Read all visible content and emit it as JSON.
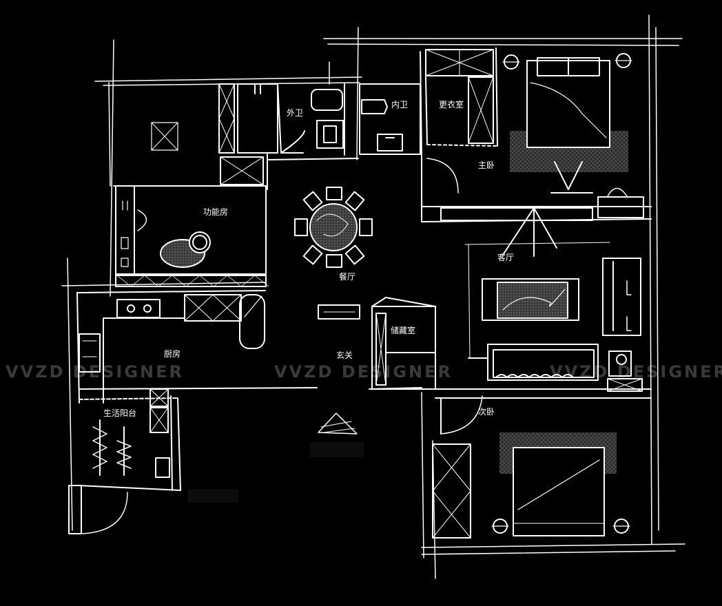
{
  "rooms": {
    "wai_wei": "外卫",
    "nei_wei": "内卫",
    "geng_yi_shi": "更衣室",
    "zhu_wo": "主卧",
    "gong_neng_fang": "功能房",
    "can_ting": "餐厅",
    "ke_ting": "客厅",
    "chu_cang_shi": "储藏室",
    "chu_fang": "厨房",
    "xuan_guan": "玄关",
    "ci_wo": "次卧",
    "sheng_huo_yang_tai": "生活阳台"
  },
  "watermark": {
    "left": "VVZD DESIGNER",
    "center": "VVZD DESIGNER",
    "right": "VVZD DESIGNER"
  },
  "colors": {
    "background": "#000000",
    "ink": "#ffffff",
    "watermark": "#3a3a3a",
    "texture": "#555555"
  }
}
